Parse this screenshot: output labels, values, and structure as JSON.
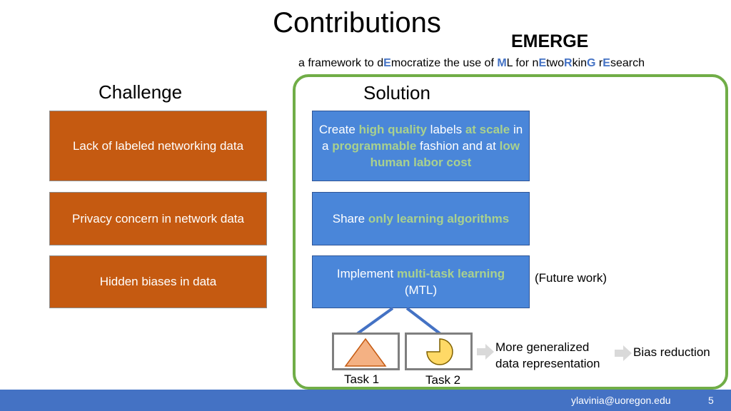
{
  "slide": {
    "title": "Contributions",
    "emerge": {
      "name": "EMERGE",
      "subtitle_parts": [
        {
          "text": "a framework to d",
          "bold": false
        },
        {
          "text": "E",
          "bold": true
        },
        {
          "text": "mocratize the use of ",
          "bold": false
        },
        {
          "text": "M",
          "bold": true
        },
        {
          "text": "L for n",
          "bold": false
        },
        {
          "text": "E",
          "bold": true
        },
        {
          "text": "two",
          "bold": false
        },
        {
          "text": "R",
          "bold": true
        },
        {
          "text": "kin",
          "bold": false
        },
        {
          "text": "G",
          "bold": true
        },
        {
          "text": " r",
          "bold": false
        },
        {
          "text": "E",
          "bold": true
        },
        {
          "text": "search",
          "bold": false
        }
      ]
    },
    "challenge_heading": "Challenge",
    "solution_heading": "Solution",
    "challenges": [
      "Lack of labeled networking data",
      "Privacy concern in network data",
      "Hidden biases in data"
    ],
    "solutions": [
      [
        {
          "text": "Create ",
          "hl": false
        },
        {
          "text": "high quality",
          "hl": true
        },
        {
          "text": " labels ",
          "hl": false
        },
        {
          "text": "at scale",
          "hl": true
        },
        {
          "text": " in a ",
          "hl": false
        },
        {
          "text": "programmable",
          "hl": true
        },
        {
          "text": " fashion and at ",
          "hl": false
        },
        {
          "text": "low human labor cost",
          "hl": true
        }
      ],
      [
        {
          "text": "Share ",
          "hl": false
        },
        {
          "text": "only learning algorithms",
          "hl": true
        }
      ],
      [
        {
          "text": "Implement ",
          "hl": false
        },
        {
          "text": "multi-task learning",
          "hl": true
        },
        {
          "text": " (MTL)",
          "hl": false
        }
      ]
    ],
    "future_work": "(Future work)",
    "tasks": [
      "Task 1",
      "Task 2"
    ],
    "outcome_1": [
      "More generalized",
      "data representation"
    ],
    "outcome_2": "Bias reduction",
    "colors": {
      "challenge_box": "#c55a11",
      "solution_box": "#4a86d9",
      "highlight": "#a9d18e",
      "frame": "#70ad47",
      "footer": "#4472c4",
      "triangle": "#f4b183",
      "pie": "#ffd966"
    },
    "icons": [
      "triangle-shape-icon",
      "pie-shape-icon",
      "right-arrow-icon"
    ]
  },
  "footer": {
    "email": "ylavinia@uoregon.edu",
    "page": "5"
  }
}
